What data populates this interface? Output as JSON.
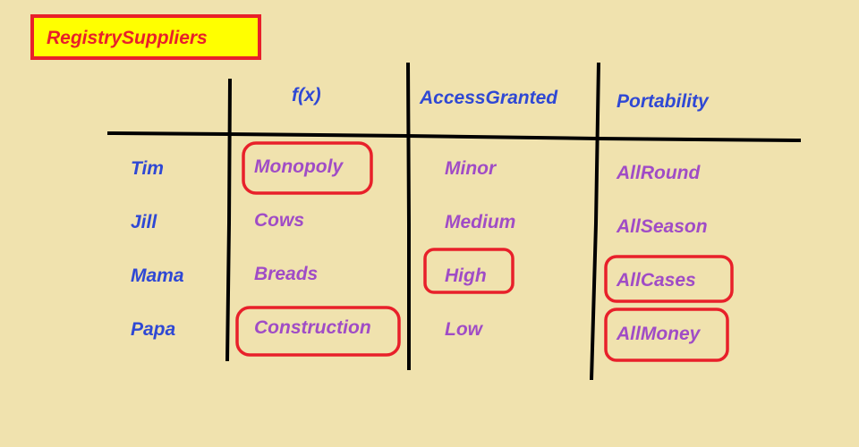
{
  "title": "RegistrySuppliers",
  "columns": [
    "f(x)",
    "AccessGranted",
    "Portability"
  ],
  "rows": [
    {
      "name": "Tim",
      "fx": "Monopoly",
      "access": "Minor",
      "portability": "AllRound"
    },
    {
      "name": "Jill",
      "fx": "Cows",
      "access": "Medium",
      "portability": "AllSeason"
    },
    {
      "name": "Mama",
      "fx": "Breads",
      "access": "High",
      "portability": "AllCases"
    },
    {
      "name": "Papa",
      "fx": "Construction",
      "access": "Low",
      "portability": "AllMoney"
    }
  ],
  "colors": {
    "background": "#f0e2ae",
    "title_fill": "#ffff00",
    "highlight_red": "#e8202a",
    "header_blue": "#2f48d4",
    "value_purple": "#a04cc6",
    "grid_black": "#000000"
  }
}
